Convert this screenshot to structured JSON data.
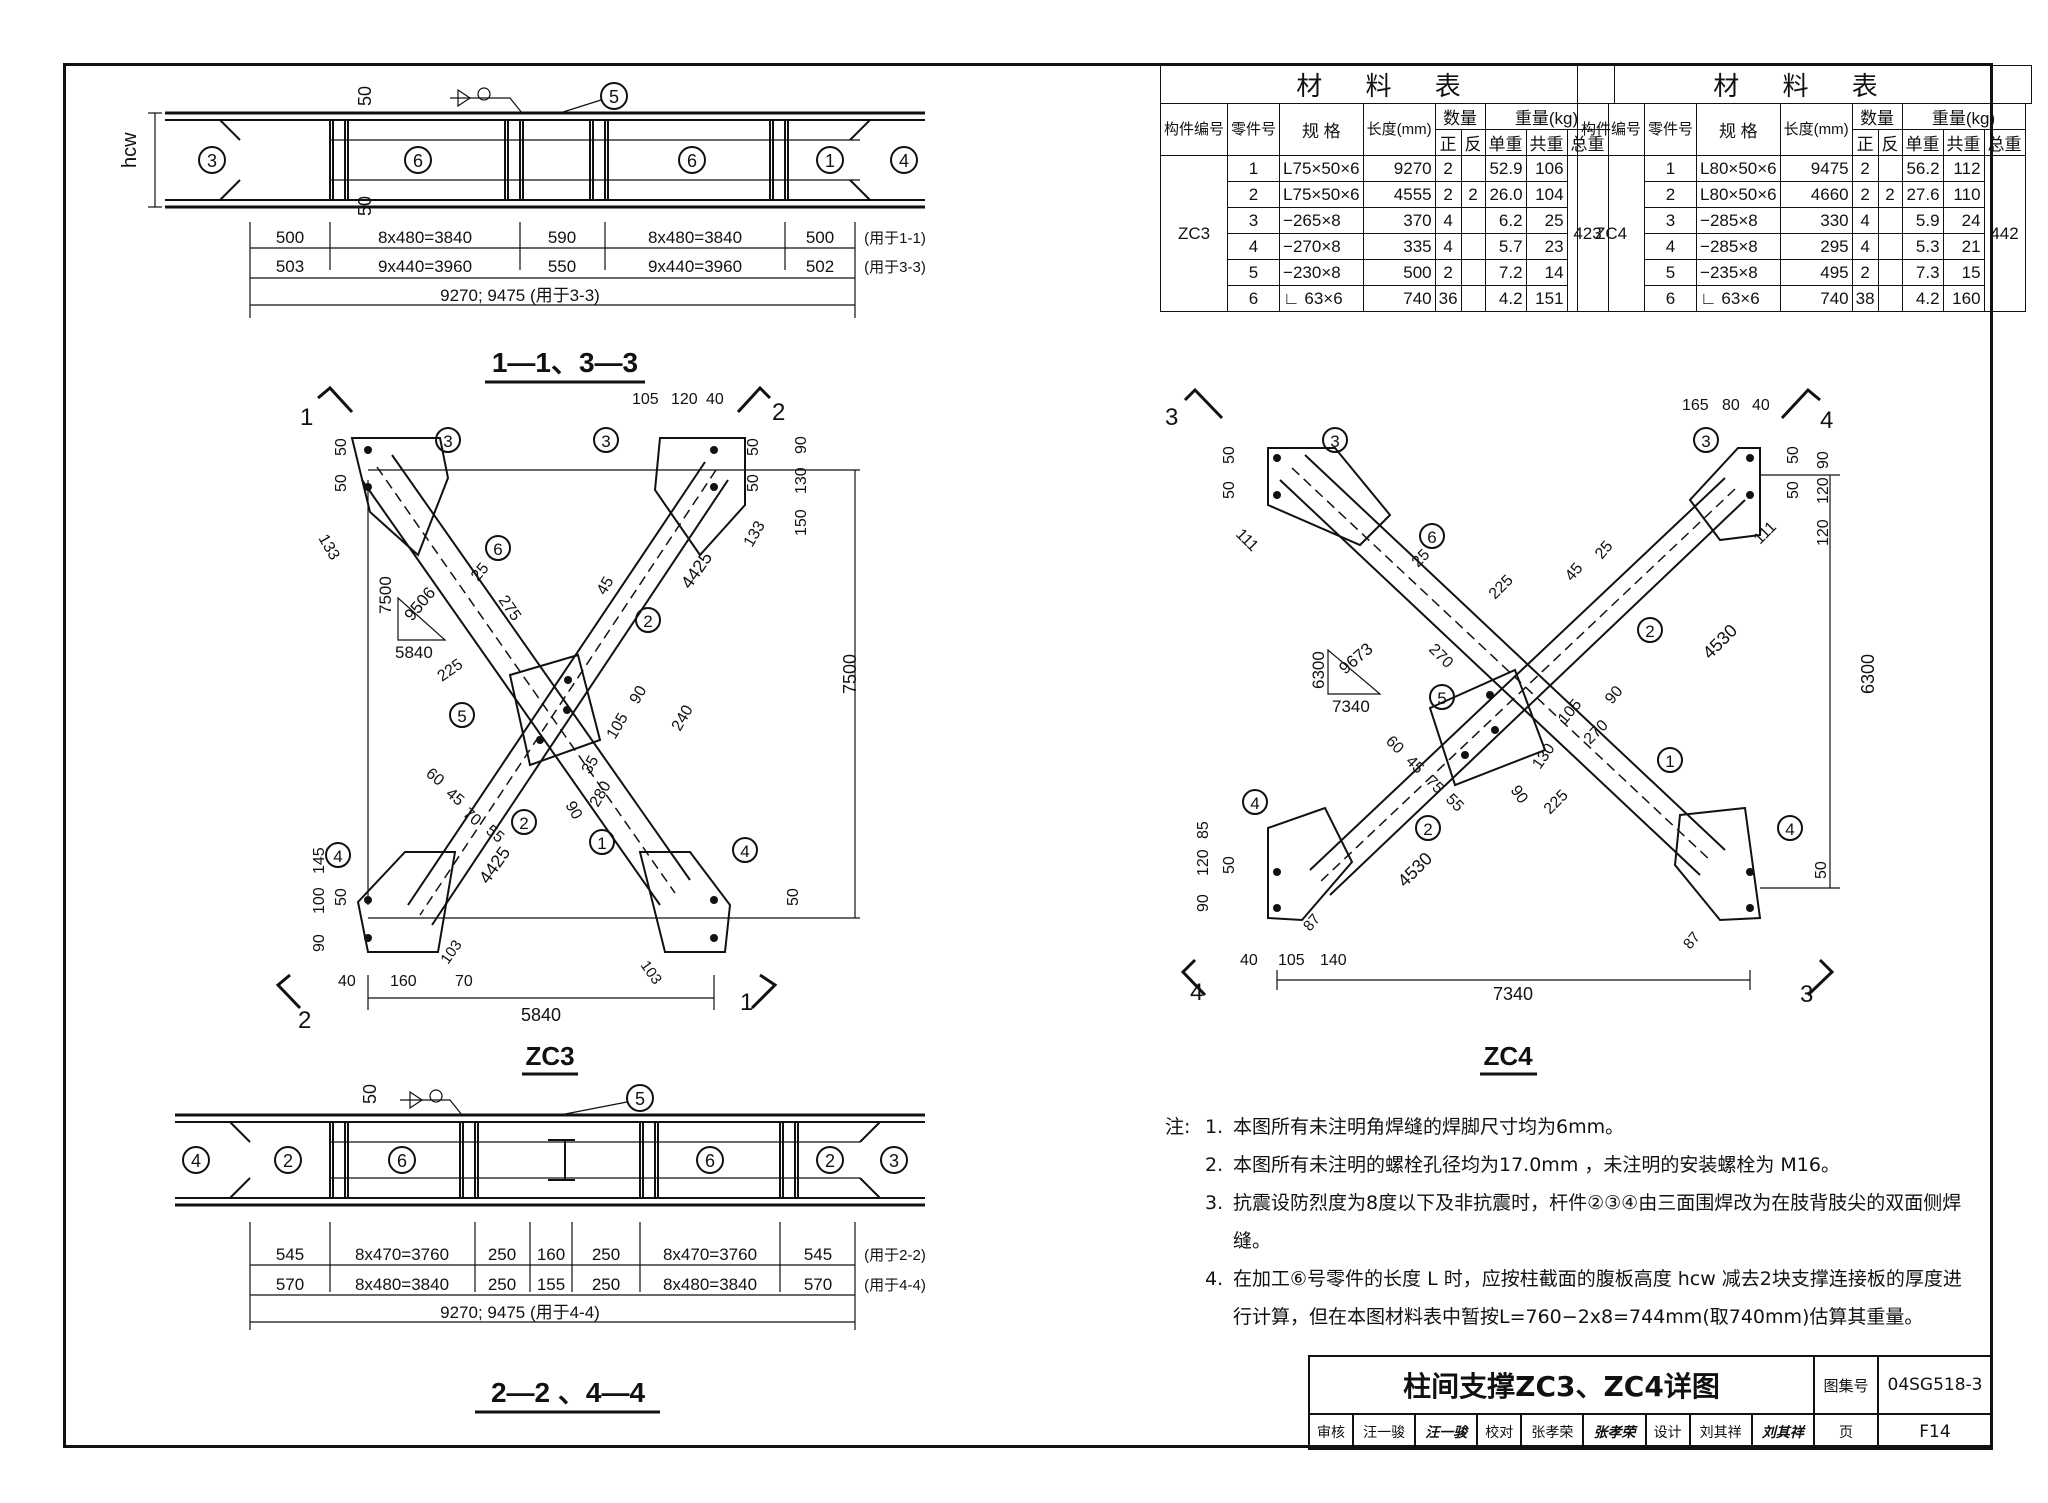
{
  "section_top": {
    "title": "1—1、3—3",
    "row1": [
      "500",
      "8x480=3840",
      "590",
      "8x480=3840",
      "500",
      "(用于1-1)"
    ],
    "row2": [
      "503",
      "9x440=3960",
      "550",
      "9x440=3960",
      "502",
      "(用于3-3)"
    ],
    "total": "9270;  9475 (用于3-3)",
    "hcw": "hcw",
    "n50a": "50",
    "n50b": "50"
  },
  "section_bottom": {
    "title": "2—2 、4—4",
    "row1": [
      "545",
      "8x470=3760",
      "250",
      "160",
      "250",
      "8x470=3760",
      "545",
      "(用于2-2)"
    ],
    "row2": [
      "570",
      "8x480=3840",
      "250",
      "155",
      "250",
      "8x480=3840",
      "570",
      "(用于4-4)"
    ],
    "total": "9270;  9475 (用于4-4)",
    "n50": "50"
  },
  "zc3": {
    "title": "ZC3",
    "dims": {
      "w": "5840",
      "h": "7500",
      "diag": "9506",
      "tri_w": "5840",
      "tri_h": "7500",
      "d4425a": "4425",
      "d4425b": "4425",
      "d105": "105",
      "d120": "120",
      "d40": "40",
      "d90": "90",
      "d130": "130",
      "d150": "150",
      "d133a": "133",
      "d133b": "133",
      "d275": "275",
      "d225": "225",
      "d25": "25",
      "d45": "45",
      "d240": "240",
      "d105b": "105",
      "d90b": "90",
      "d60": "60",
      "d45b": "45",
      "d70": "70",
      "d55": "55",
      "d90c": "90",
      "d35": "35",
      "d280": "280",
      "d145": "145",
      "d100": "100",
      "d90d": "90",
      "d103a": "103",
      "d103b": "103",
      "d40b": "40",
      "d160": "160",
      "d70b": "70",
      "d50": "50",
      "d50b": "50",
      "d50c": "50",
      "d50d": "50",
      "d50e": "50",
      "d50f": "50"
    },
    "cut1": "1",
    "cut2": "2"
  },
  "zc4": {
    "title": "ZC4",
    "dims": {
      "w": "7340",
      "h": "6300",
      "diag": "9673",
      "tri_w": "7340",
      "tri_h": "6300",
      "d4530a": "4530",
      "d4530b": "4530",
      "d165": "165",
      "d80": "80",
      "d40": "40",
      "d90": "90",
      "d120": "120",
      "d120b": "120",
      "d111a": "111",
      "d111b": "111",
      "d25": "25",
      "d225": "225",
      "d270": "270",
      "d45": "45",
      "d25b": "25",
      "d90b": "90",
      "d105": "105",
      "d60": "60",
      "d45b": "45",
      "d75": "75",
      "d55": "55",
      "d90c": "90",
      "d130": "130",
      "d225b": "225",
      "d270b": "270",
      "d85": "85",
      "d120c": "120",
      "d90d": "90",
      "d87a": "87",
      "d87b": "87",
      "d40b": "40",
      "d105b": "105",
      "d140": "140",
      "d50": "50",
      "d50b": "50",
      "d50c": "50",
      "d50d": "50",
      "d50e": "50",
      "d50f": "50"
    },
    "cut3": "3",
    "cut4": "4"
  },
  "table_zc3": {
    "title": "材 料 表",
    "headers": {
      "member": "构件编号",
      "part": "零件号",
      "spec": "规 格",
      "length": "长度(mm)",
      "qty": "数量",
      "pos": "正",
      "neg": "反",
      "weight": "重量(kg)",
      "unit": "单重",
      "sum": "共重",
      "total": "总重"
    },
    "member": "ZC3",
    "total": "423",
    "rows": [
      [
        "1",
        "L75×50×6",
        "9270",
        "2",
        "",
        "52.9",
        "106"
      ],
      [
        "2",
        "L75×50×6",
        "4555",
        "2",
        "2",
        "26.0",
        "104"
      ],
      [
        "3",
        "−265×8",
        "370",
        "4",
        "",
        "6.2",
        "25"
      ],
      [
        "4",
        "−270×8",
        "335",
        "4",
        "",
        "5.7",
        "23"
      ],
      [
        "5",
        "−230×8",
        "500",
        "2",
        "",
        "7.2",
        "14"
      ],
      [
        "6",
        "∟ 63×6",
        "740",
        "36",
        "",
        "4.2",
        "151"
      ]
    ]
  },
  "table_zc4": {
    "title": "材 料 表",
    "headers": {
      "member": "构件编号",
      "part": "零件号",
      "spec": "规 格",
      "length": "长度(mm)",
      "qty": "数量",
      "pos": "正",
      "neg": "反",
      "weight": "重量(kg)",
      "unit": "单重",
      "sum": "共重",
      "total": "总重"
    },
    "member": "ZC4",
    "total": "442",
    "rows": [
      [
        "1",
        "L80×50×6",
        "9475",
        "2",
        "",
        "56.2",
        "112"
      ],
      [
        "2",
        "L80×50×6",
        "4660",
        "2",
        "2",
        "27.6",
        "110"
      ],
      [
        "3",
        "−285×8",
        "330",
        "4",
        "",
        "5.9",
        "24"
      ],
      [
        "4",
        "−285×8",
        "295",
        "4",
        "",
        "5.3",
        "21"
      ],
      [
        "5",
        "−235×8",
        "495",
        "2",
        "",
        "7.3",
        "15"
      ],
      [
        "6",
        "∟ 63×6",
        "740",
        "38",
        "",
        "4.2",
        "160"
      ]
    ]
  },
  "notes": {
    "label": "注:",
    "items": [
      {
        "n": "1.",
        "text": "本图所有未注明角焊缝的焊脚尺寸均为6mm。"
      },
      {
        "n": "2.",
        "text": "本图所有未注明的螺栓孔径均为17.0mm ，未注明的安装螺栓为 M16。"
      },
      {
        "n": "3.",
        "text": "抗震设防烈度为8度以下及非抗震时，杆件②③④由三面围焊改为在肢背肢尖的双面侧焊缝。"
      },
      {
        "n": "4.",
        "text": "在加工⑥号零件的长度 L 时，应按柱截面的腹板高度 hcw 减去2块支撑连接板的厚度进行计算，但在本图材料表中暂按L=760−2x8=744mm(取740mm)估算其重量。"
      }
    ]
  },
  "title_block": {
    "title": "柱间支撑ZC3、ZC4详图",
    "atlas_label": "图集号",
    "atlas_no": "04SG518-3",
    "review_label": "审核",
    "reviewer": "汪一骏",
    "reviewer_sig": "汪一骏",
    "check_label": "校对",
    "checker": "张孝荣",
    "checker_sig": "张孝荣",
    "design_label": "设计",
    "designer": "刘其祥",
    "designer_sig": "刘其祥",
    "page_label": "页",
    "page": "F14"
  }
}
